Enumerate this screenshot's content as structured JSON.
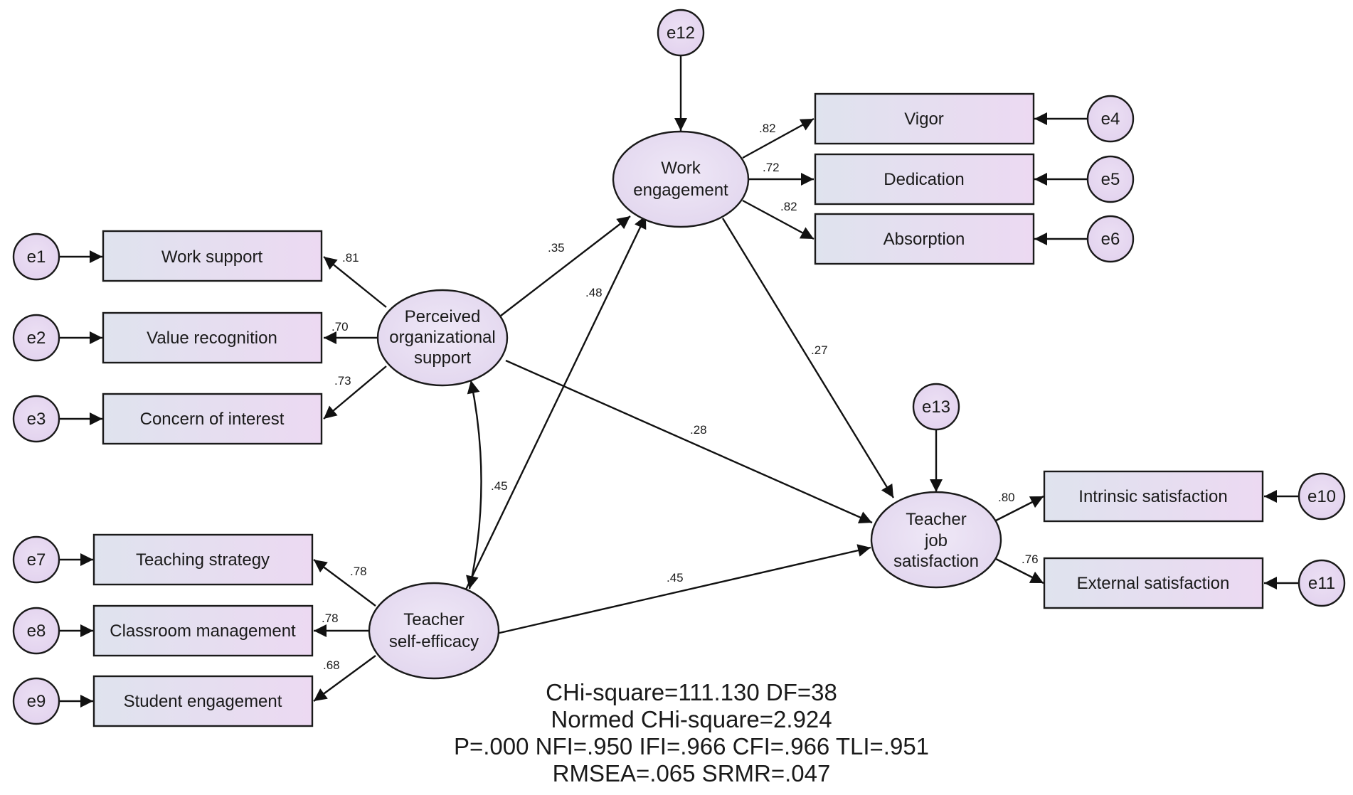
{
  "colors": {
    "box_fill_left": "#dfe3ee",
    "box_fill_right": "#ecd9f2",
    "ellipse_fill": "#e6dcf0",
    "stroke": "#1a1a1a"
  },
  "errors": {
    "e1": "e1",
    "e2": "e2",
    "e3": "e3",
    "e4": "e4",
    "e5": "e5",
    "e6": "e6",
    "e7": "e7",
    "e8": "e8",
    "e9": "e9",
    "e10": "e10",
    "e11": "e11",
    "e12": "e12",
    "e13": "e13"
  },
  "indicators": {
    "work_support": "Work support",
    "value_recognition": "Value recognition",
    "concern_of_interest": "Concern of interest",
    "vigor": "Vigor",
    "dedication": "Dedication",
    "absorption": "Absorption",
    "teaching_strategy": "Teaching strategy",
    "classroom_management": "Classroom management",
    "student_engagement": "Student engagement",
    "intrinsic_satisfaction": "Intrinsic satisfaction",
    "external_satisfaction": "External satisfaction"
  },
  "latents": {
    "pos": [
      "Perceived",
      "organizational",
      "support"
    ],
    "we": [
      "Work",
      "engagement"
    ],
    "tse": [
      "Teacher",
      "self-efficacy"
    ],
    "tjs": [
      "Teacher",
      "job",
      "satisfaction"
    ]
  },
  "coefficients": {
    "pos_work_support": ".81",
    "pos_value_recognition": ".70",
    "pos_concern": ".73",
    "we_vigor": ".82",
    "we_dedication": ".72",
    "we_absorption": ".82",
    "tse_teaching": ".78",
    "tse_classroom": ".78",
    "tse_student": ".68",
    "tjs_intrinsic": ".80",
    "tjs_external": ".76",
    "pos_we": ".35",
    "tse_we": ".48",
    "we_tjs": ".27",
    "pos_tjs": ".28",
    "pos_tse_cov": ".45",
    "tse_tjs": ".45"
  },
  "fit_indices": [
    "CHi-square=111.130 DF=38",
    "Normed CHi-square=2.924",
    "P=.000  NFI=.950 IFI=.966 CFI=.966 TLI=.951",
    "RMSEA=.065 SRMR=.047"
  ]
}
